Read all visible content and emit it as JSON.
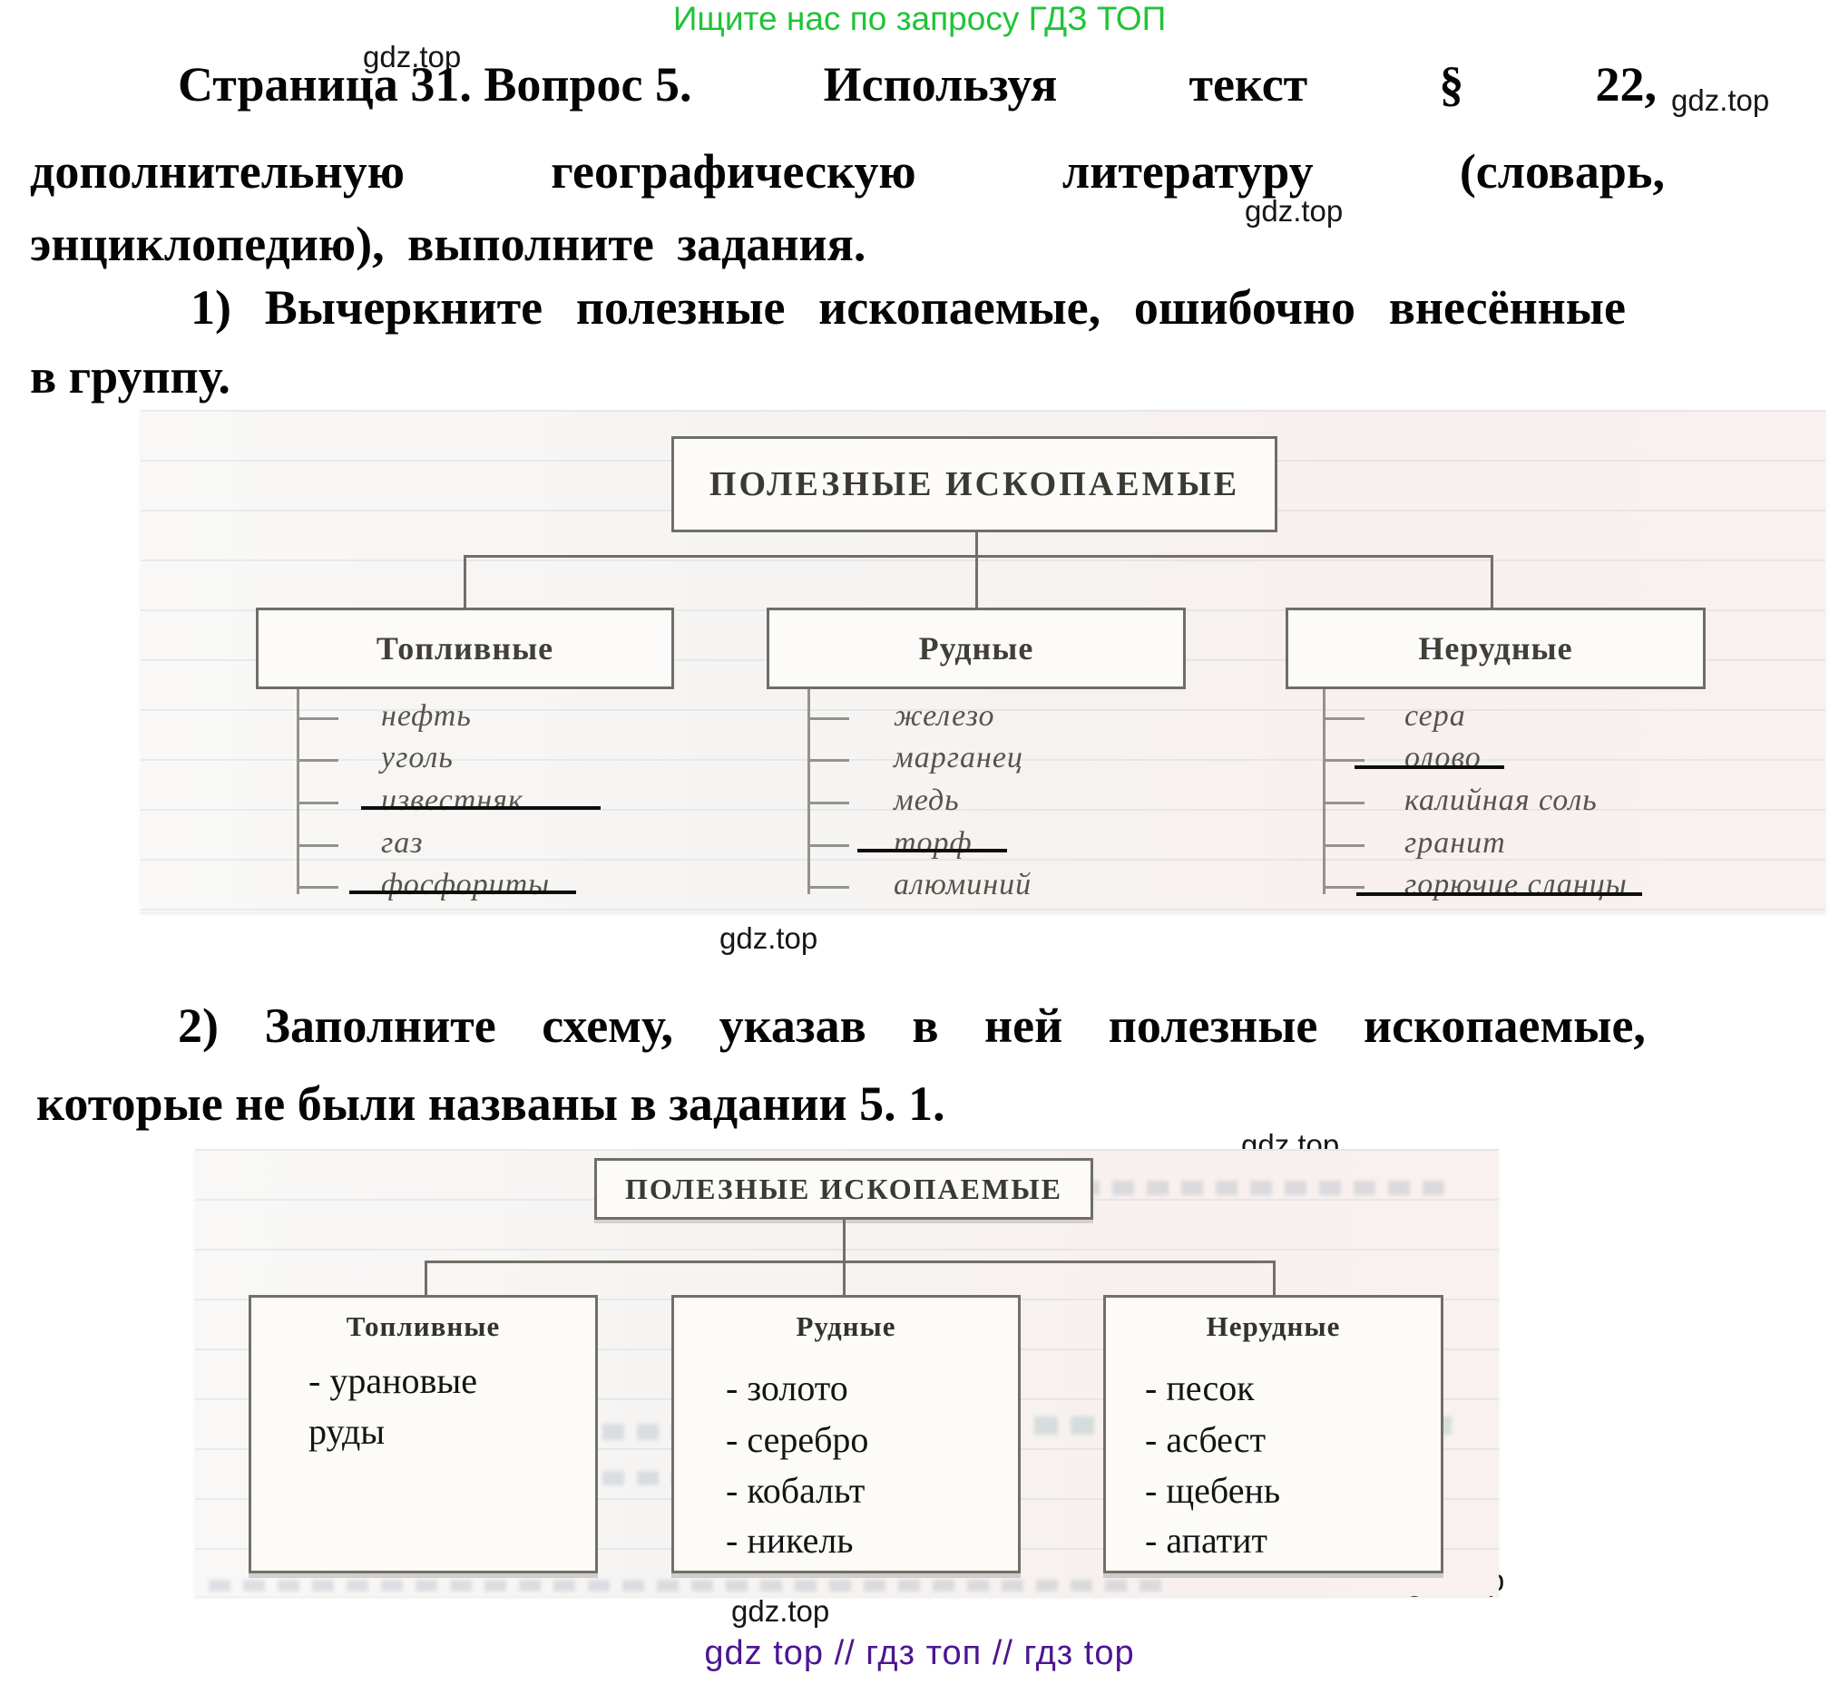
{
  "header": {
    "promo": "Ищите нас по запросу ГДЗ ТОП"
  },
  "watermark": {
    "label": "gdz.top"
  },
  "question": {
    "line1_parts": [
      "Страница 31. Вопрос 5.",
      "Используя",
      "текст",
      "§",
      "22,"
    ],
    "line2_parts": [
      "дополнительную",
      "географическую",
      "литературу",
      "(словарь,"
    ],
    "line3": "энциклопедию), выполните задания.",
    "task1_parts": [
      "1)",
      "Вычеркните",
      "полезные",
      "ископаемые,",
      "ошибочно",
      "внесённые"
    ],
    "task1_tail": "в группу.",
    "task2_parts": [
      "2)",
      "Заполните",
      "схему,",
      "указав",
      "в",
      "ней",
      "полезные",
      "ископаемые,"
    ],
    "task2_line2": "которые не были названы в задании 5. 1."
  },
  "diagram1": {
    "title": "ПОЛЕЗНЫЕ ИСКОПАЕМЫЕ",
    "categories": [
      {
        "label": "Топливные",
        "items": [
          {
            "text": "нефть",
            "struck": false
          },
          {
            "text": "уголь",
            "struck": false
          },
          {
            "text": "известняк",
            "struck": true
          },
          {
            "text": "газ",
            "struck": false
          },
          {
            "text": "фосфориты",
            "struck": true
          }
        ]
      },
      {
        "label": "Рудные",
        "items": [
          {
            "text": "железо",
            "struck": false
          },
          {
            "text": "марганец",
            "struck": false
          },
          {
            "text": "медь",
            "struck": false
          },
          {
            "text": "торф",
            "struck": true
          },
          {
            "text": "алюминий",
            "struck": false
          }
        ]
      },
      {
        "label": "Нерудные",
        "items": [
          {
            "text": "сера",
            "struck": false
          },
          {
            "text": "олово",
            "struck": true
          },
          {
            "text": "калийная соль",
            "struck": false
          },
          {
            "text": "гранит",
            "struck": false
          },
          {
            "text": "горючие сланцы",
            "struck": true
          }
        ]
      }
    ]
  },
  "diagram2": {
    "title": "ПОЛЕЗНЫЕ ИСКОПАЕМЫЕ",
    "categories": [
      {
        "label": "Топливные",
        "items": [
          "- урановые",
          "руды"
        ]
      },
      {
        "label": "Рудные",
        "items": [
          "- золото",
          "- серебро",
          "- кобальт",
          "- никель"
        ]
      },
      {
        "label": "Нерудные",
        "items": [
          "- песок",
          "- асбест",
          "- щебень",
          "- апатит"
        ]
      }
    ]
  },
  "footer": {
    "text": "gdz top  //  гдз топ  //  гдз top"
  }
}
